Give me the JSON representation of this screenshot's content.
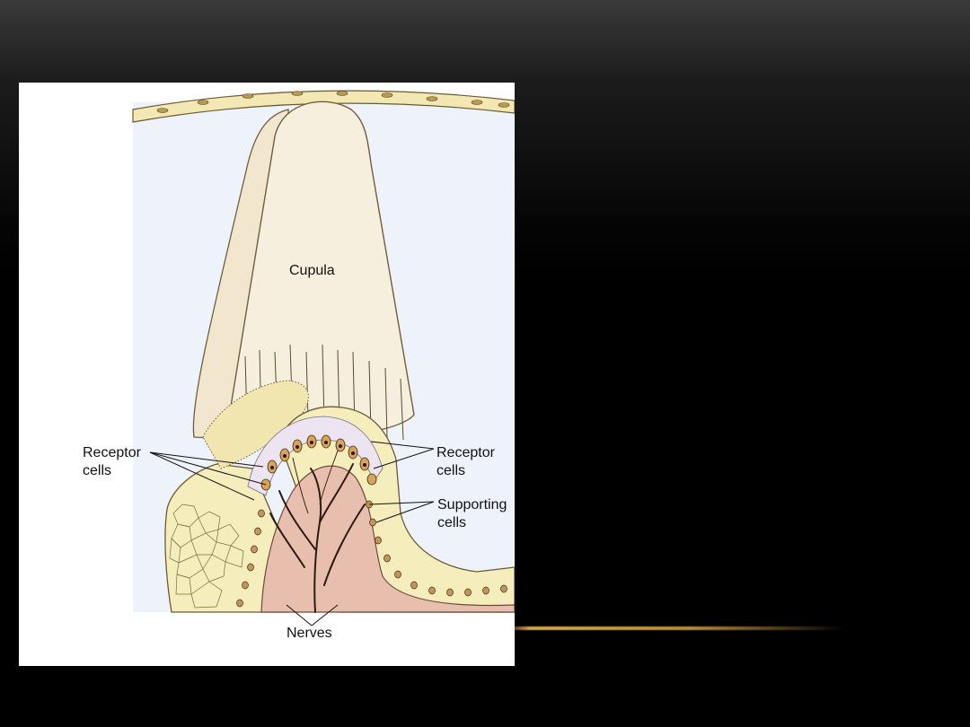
{
  "figure": {
    "labels": {
      "cupula": "Cupula",
      "receptor_left_1": "Receptor",
      "receptor_left_2": "cells",
      "receptor_right_1": "Receptor",
      "receptor_right_2": "cells",
      "supporting_1": "Supporting",
      "supporting_2": "cells",
      "nerves": "Nerves"
    }
  },
  "colors": {
    "slide_background": "#000000",
    "accent_rule": "#c9a04a",
    "panel": "#ffffff",
    "endolymph": "#eef2fb",
    "cupula": "#f6eedb",
    "epithelium": "#f6edbd",
    "connective_tissue": "#e8bfae",
    "receptor_zone": "#ece4f0"
  }
}
